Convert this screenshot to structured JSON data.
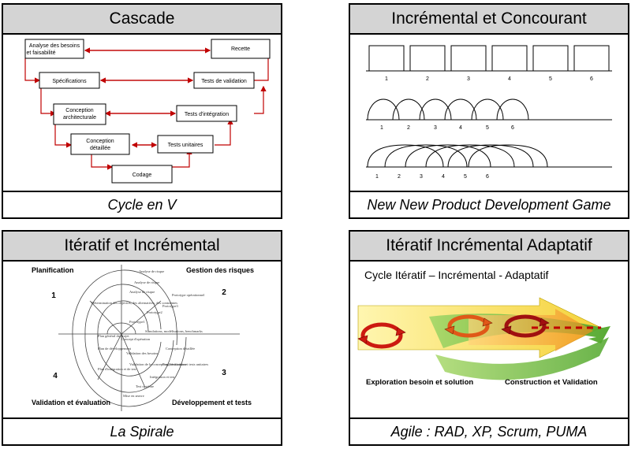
{
  "panels": {
    "cascade": {
      "title": "Cascade",
      "caption": "Cycle en V",
      "boxes": {
        "analyse": "Analyse des besoins",
        "analyse2": "et faisabilité",
        "recette": "Recette",
        "specs": "Spécifications",
        "tests_validation": "Tests de validation",
        "conception_arch": "Conception",
        "conception_arch2": "architecturale",
        "tests_integration": "Tests d'intégration",
        "conception_det": "Conception",
        "conception_det2": "détaillée",
        "tests_unitaires": "Tests unitaires",
        "codage": "Codage"
      }
    },
    "incremental": {
      "title": "Incrémental et Concourant",
      "caption": "New New Product Development Game",
      "numbers": [
        "1",
        "2",
        "3",
        "4",
        "5",
        "6"
      ]
    },
    "spirale": {
      "title": "Itératif et Incrémental",
      "caption": "La Spirale",
      "quadrants": {
        "q1_label": "Planification",
        "q1_num": "1",
        "q2_label": "Gestion des risques",
        "q2_num": "2",
        "q3_label": "Développement et tests",
        "q3_num": "3",
        "q4_label": "Validation et évaluation",
        "q4_num": "4"
      },
      "inner_texts": [
        "Analyse de risque",
        "Analyse de risque",
        "Analyse de risque",
        "Prototype opérationnel",
        "Prototype3",
        "Prototype2",
        "Prototype1",
        "Simulations, modélisations, benchmarks",
        "Détermination des objectifs, des alternatives, des contraintes",
        "Plan général du projet",
        "Plan de développement",
        "Plan d'intégration et de test",
        "Concept d'opération",
        "Validation des besoins",
        "Validation de la conception Vérification",
        "Conception détaillée",
        "Programmation et tests unitaires",
        "Intégration et test",
        "Test système",
        "Mise en œuvre"
      ]
    },
    "adaptatif": {
      "title": "Itératif Incrémental Adaptatif",
      "caption": "Agile : RAD, XP, Scrum, PUMA",
      "subtitle": "Cycle  Itératif – Incrémental - Adaptatif",
      "label_left": "Exploration besoin et solution",
      "label_right": "Construction et Validation"
    }
  },
  "colors": {
    "arrow_red": "#c00000",
    "title_bg": "#d4d4d4",
    "green": "#66bb33",
    "orange": "#f5a623",
    "yellow": "#f5e04a"
  }
}
